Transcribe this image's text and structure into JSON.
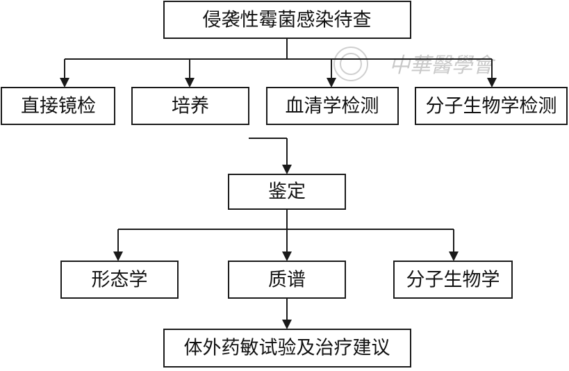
{
  "diagram": {
    "watermark_text": "中華醫學會",
    "nodes": {
      "root": "侵袭性霉菌感染待查",
      "direct_microscopy": "直接镜检",
      "culture": "培养",
      "serology": "血清学检测",
      "molecular_test": "分子生物学检测",
      "identification": "鉴定",
      "morphology": "形态学",
      "mass_spec": "质谱",
      "molecular_bio": "分子生物学",
      "ast_treatment": "体外药敏试验及治疗建议"
    }
  }
}
